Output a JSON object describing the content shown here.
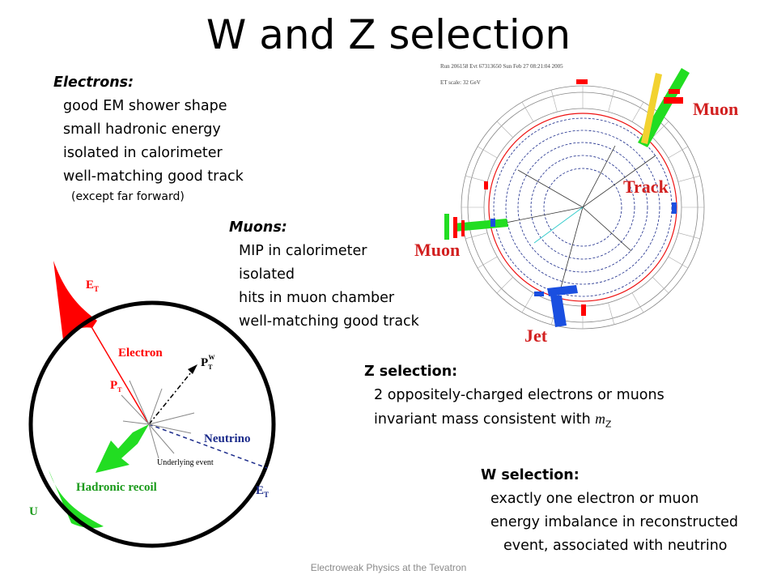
{
  "title": "W and Z selection",
  "electrons": {
    "heading": "Electrons:",
    "items": [
      "good EM shower shape",
      "small hadronic energy",
      "isolated in calorimeter",
      "well-matching good track"
    ],
    "note": "(except far forward)"
  },
  "muons": {
    "heading": "Muons:",
    "items": [
      "MIP in calorimeter",
      "isolated",
      "hits in muon chamber",
      "well-matching good track"
    ]
  },
  "z_selection": {
    "heading": "Z selection:",
    "line1": "2 oppositely-charged electrons or muons",
    "line2_prefix": "invariant mass consistent with ",
    "line2_var": "m",
    "line2_sub": "Z"
  },
  "w_selection": {
    "heading": "W selection:",
    "items": [
      "exactly one electron or muon",
      "energy imbalance in reconstructed",
      "event, associated with neutrino"
    ]
  },
  "diagram": {
    "et_top_main": "E",
    "et_top_sub": "T",
    "electron": "Electron",
    "pt_w_main": "P",
    "pt_w_sub": "T",
    "pt_w_sup": "W",
    "pt_e_main": "P",
    "pt_e_sub": "T",
    "neutrino": "Neutrino",
    "underlying": "Underlying event",
    "hadronic": "Hadronic recoil",
    "et_bot_main": "E",
    "et_bot_sub": "T",
    "u": "U"
  },
  "event_display": {
    "header1": "Run 206158 Evt 67313650 Sun Feb 27 08:21:04 2005",
    "header2": "ET scale: 32 GeV",
    "muon_top": "Muon",
    "track": "Track",
    "muon_left": "Muon",
    "jet": "Jet"
  },
  "colors": {
    "red": "#ff0000",
    "green": "#22dd22",
    "blue": "#1a4fe0",
    "yellow": "#f2d230",
    "navy": "#1a2a8a"
  },
  "footer": "Electroweak Physics at the Tevatron"
}
